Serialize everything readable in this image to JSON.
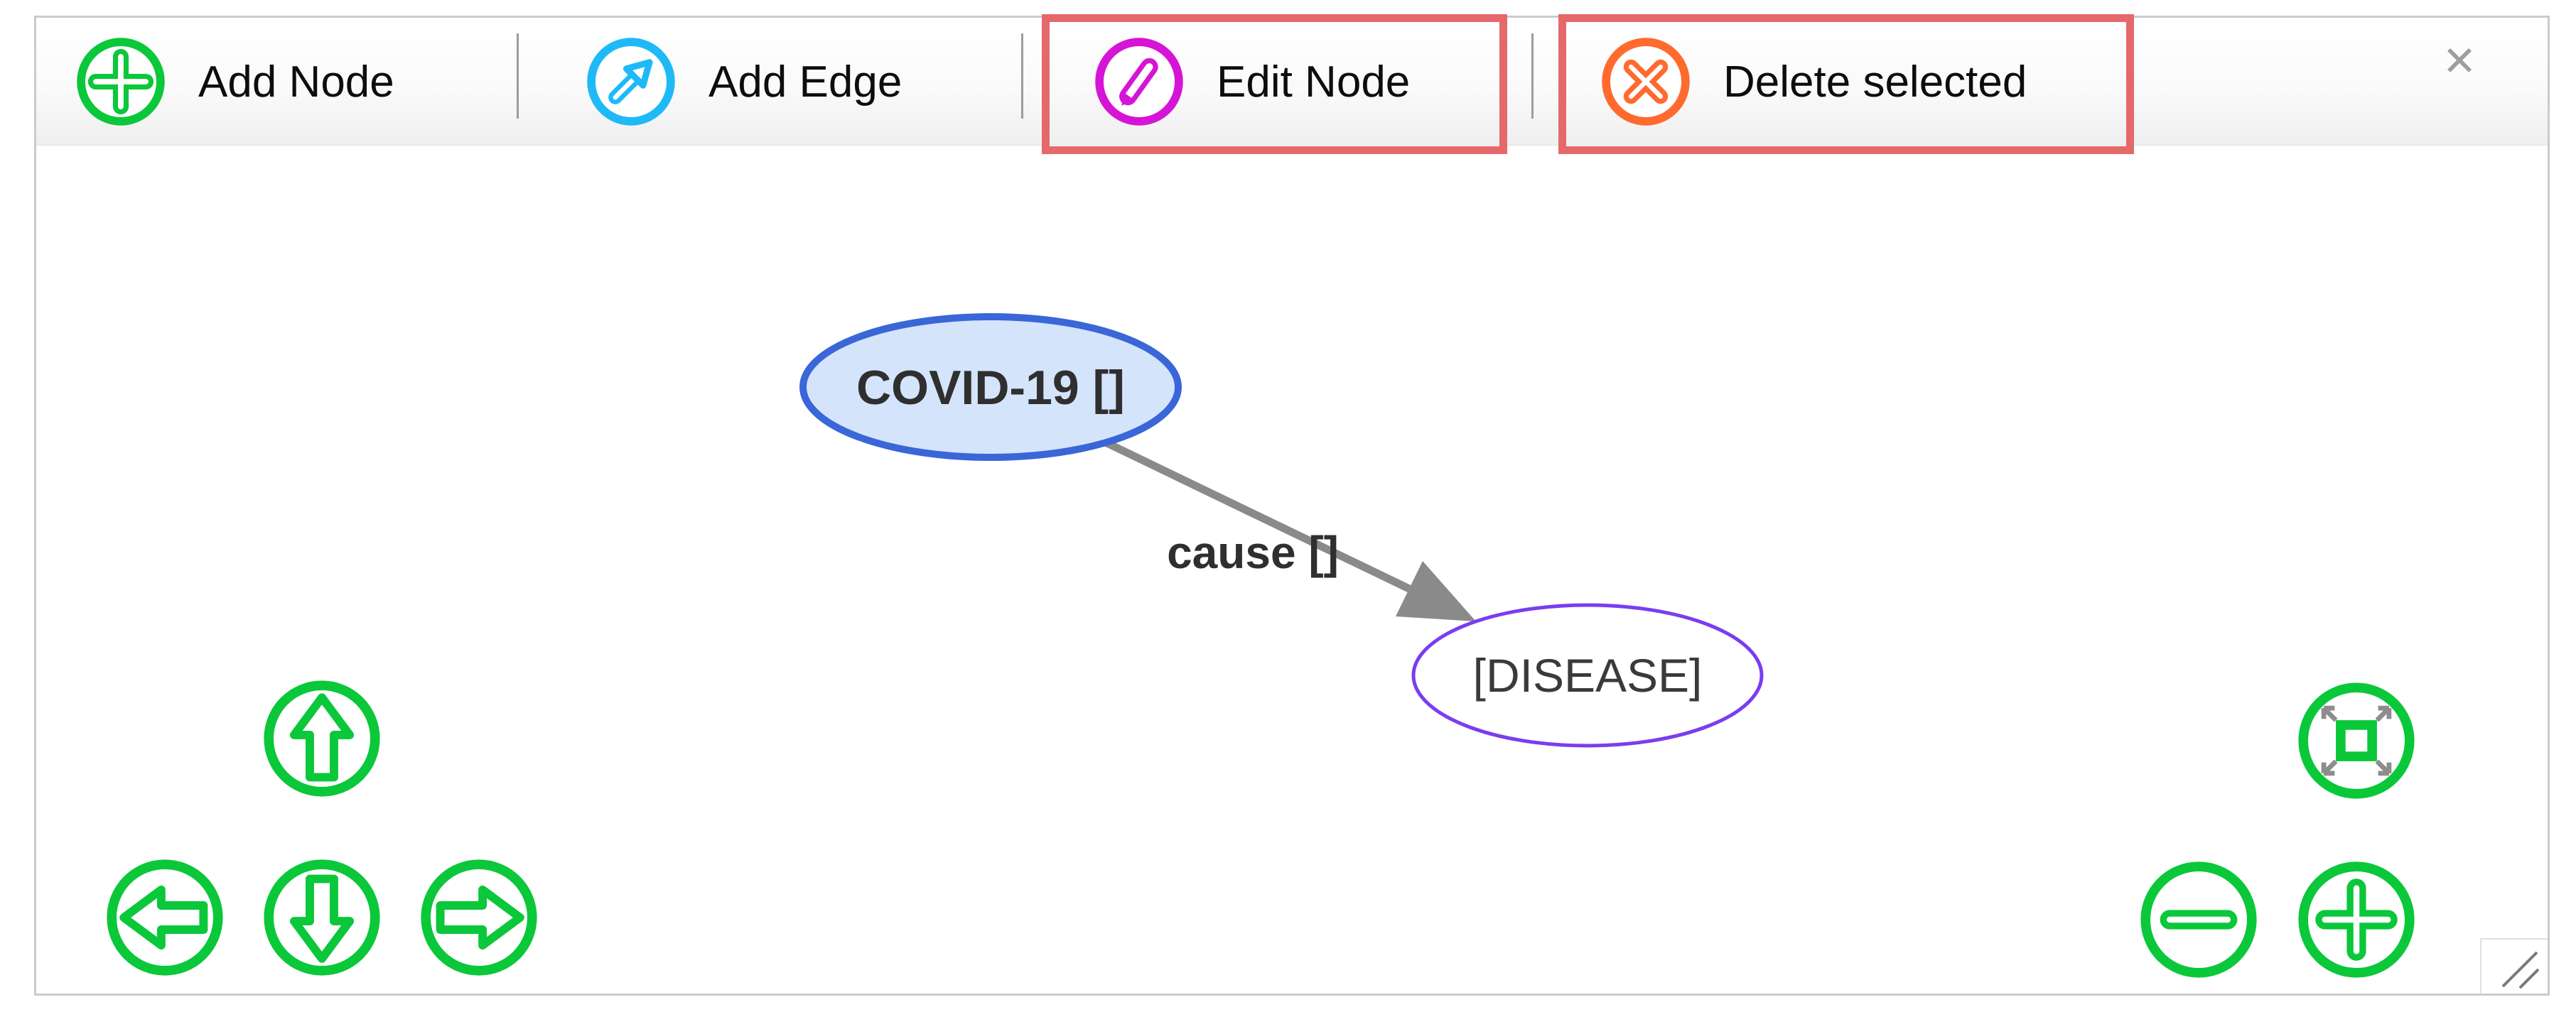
{
  "window": {
    "close_button": "✕",
    "border_color": "#cbcbcb"
  },
  "toolbar": {
    "text_color": "#0d0d0d",
    "items": [
      {
        "label": "Add Node",
        "icon": "plus-circle-icon",
        "color": "#0bc73a"
      },
      {
        "label": "Add Edge",
        "icon": "arrow-up-right-circle-icon",
        "color": "#1fb9f7"
      },
      {
        "label": "Edit Node",
        "icon": "pencil-circle-icon",
        "color": "#d614d6"
      },
      {
        "label": "Delete selected",
        "icon": "x-circle-icon",
        "color": "#ff6a2e"
      }
    ]
  },
  "annotations": {
    "color": "#e5696a",
    "highlighted_buttons": [
      "Edit Node",
      "Delete selected"
    ]
  },
  "graph": {
    "nodes": [
      {
        "id": "covid19",
        "label": "COVID-19 []",
        "fill": "#d4e4fb",
        "border_color": "#3a66d8",
        "text_color": "#2f2f2f"
      },
      {
        "id": "disease",
        "label": "[DISEASE]",
        "fill": "#ffffff",
        "border_color": "#7a3df0",
        "text_color": "#3a3a3a"
      }
    ],
    "edges": [
      {
        "from": "covid19",
        "to": "disease",
        "label": "cause []",
        "color": "#8a8a8a",
        "text_color": "#2f2f2f"
      }
    ]
  },
  "navigation": {
    "color": "#0bc73a",
    "fit_corner_color": "#8d8d8d",
    "buttons": [
      {
        "name": "pan-up",
        "icon": "arrow-up-icon"
      },
      {
        "name": "pan-left",
        "icon": "arrow-left-icon"
      },
      {
        "name": "pan-down",
        "icon": "arrow-down-icon"
      },
      {
        "name": "pan-right",
        "icon": "arrow-right-icon"
      },
      {
        "name": "zoom-fit",
        "icon": "fit-view-icon"
      },
      {
        "name": "zoom-out",
        "icon": "minus-circle-icon"
      },
      {
        "name": "zoom-in",
        "icon": "plus-circle-icon"
      }
    ]
  },
  "resize_handle": {
    "icon": "resize-grip-icon",
    "color": "#7a7a7a"
  }
}
